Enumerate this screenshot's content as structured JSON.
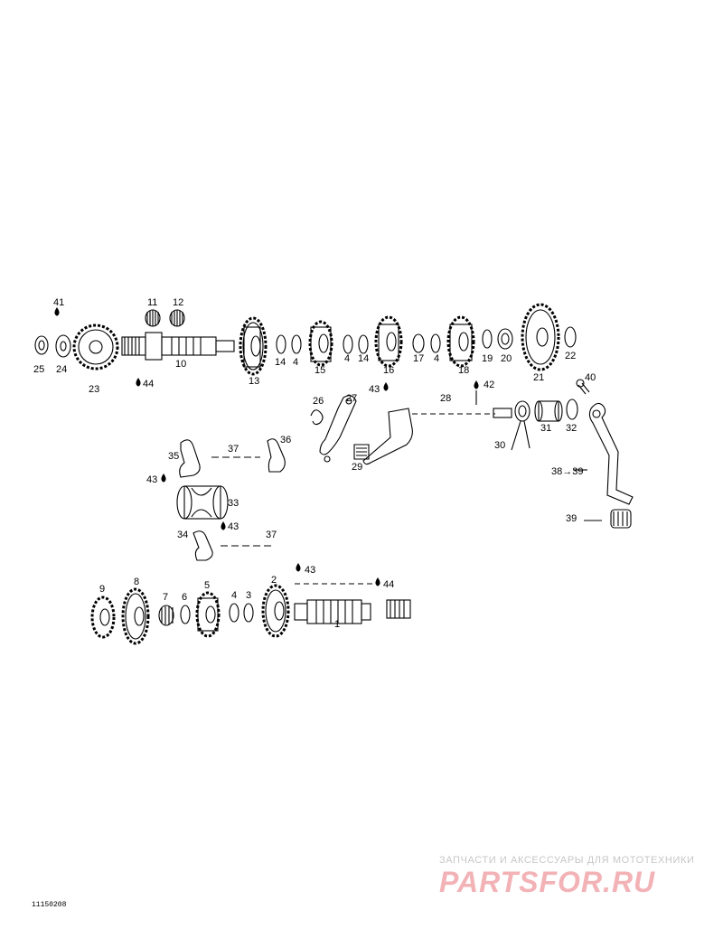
{
  "diagram": {
    "part_labels": [
      "41",
      "11",
      "12",
      "25",
      "24",
      "23",
      "10",
      "44",
      "13",
      "14",
      "4",
      "15",
      "4",
      "14",
      "16",
      "17",
      "4",
      "18",
      "19",
      "20",
      "21",
      "22",
      "40",
      "43",
      "28",
      "42",
      "26",
      "27",
      "30",
      "31",
      "32",
      "35",
      "37",
      "36",
      "29",
      "38→39",
      "43",
      "33",
      "43",
      "34",
      "37",
      "39",
      "9",
      "8",
      "7",
      "6",
      "5",
      "4",
      "3",
      "2",
      "43",
      "44",
      "1"
    ],
    "figure_code": "11150208"
  },
  "watermark": {
    "text": "ЗАПЧАСТИ И АКСЕССУАРЫ ДЛЯ МОТОТЕХНИКИ",
    "logo": "PARTSFOR.RU"
  }
}
